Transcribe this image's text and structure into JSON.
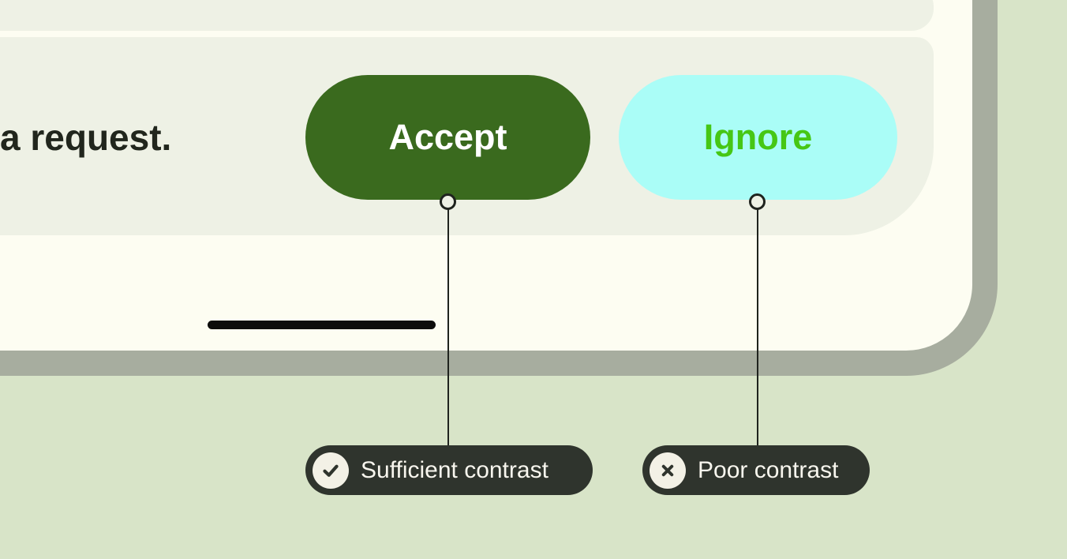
{
  "palette": {
    "background": "#d8e4c8",
    "device_frame": "#a7ad9f",
    "screen_surface": "#fdfdf2",
    "notification_card": "#eef1e5",
    "accept_button_bg": "#3a6a1e",
    "accept_button_fg": "#ffffff",
    "ignore_button_bg": "#aafdf7",
    "ignore_button_fg": "#46c715",
    "message_text": "#21261d",
    "callout_pill_bg": "#2f342d",
    "callout_pill_fg": "#f8f6ee",
    "callout_icon_circle": "#f3f1e6",
    "connector": "#1f231e",
    "home_indicator": "#0d0d0b"
  },
  "notification": {
    "message_fragment": "a request.",
    "actions": [
      {
        "label": "Accept"
      },
      {
        "label": "Ignore"
      }
    ]
  },
  "callouts": [
    {
      "icon": "check-circle-icon",
      "label": "Sufficient contrast"
    },
    {
      "icon": "x-circle-icon",
      "label": "Poor contrast"
    }
  ]
}
